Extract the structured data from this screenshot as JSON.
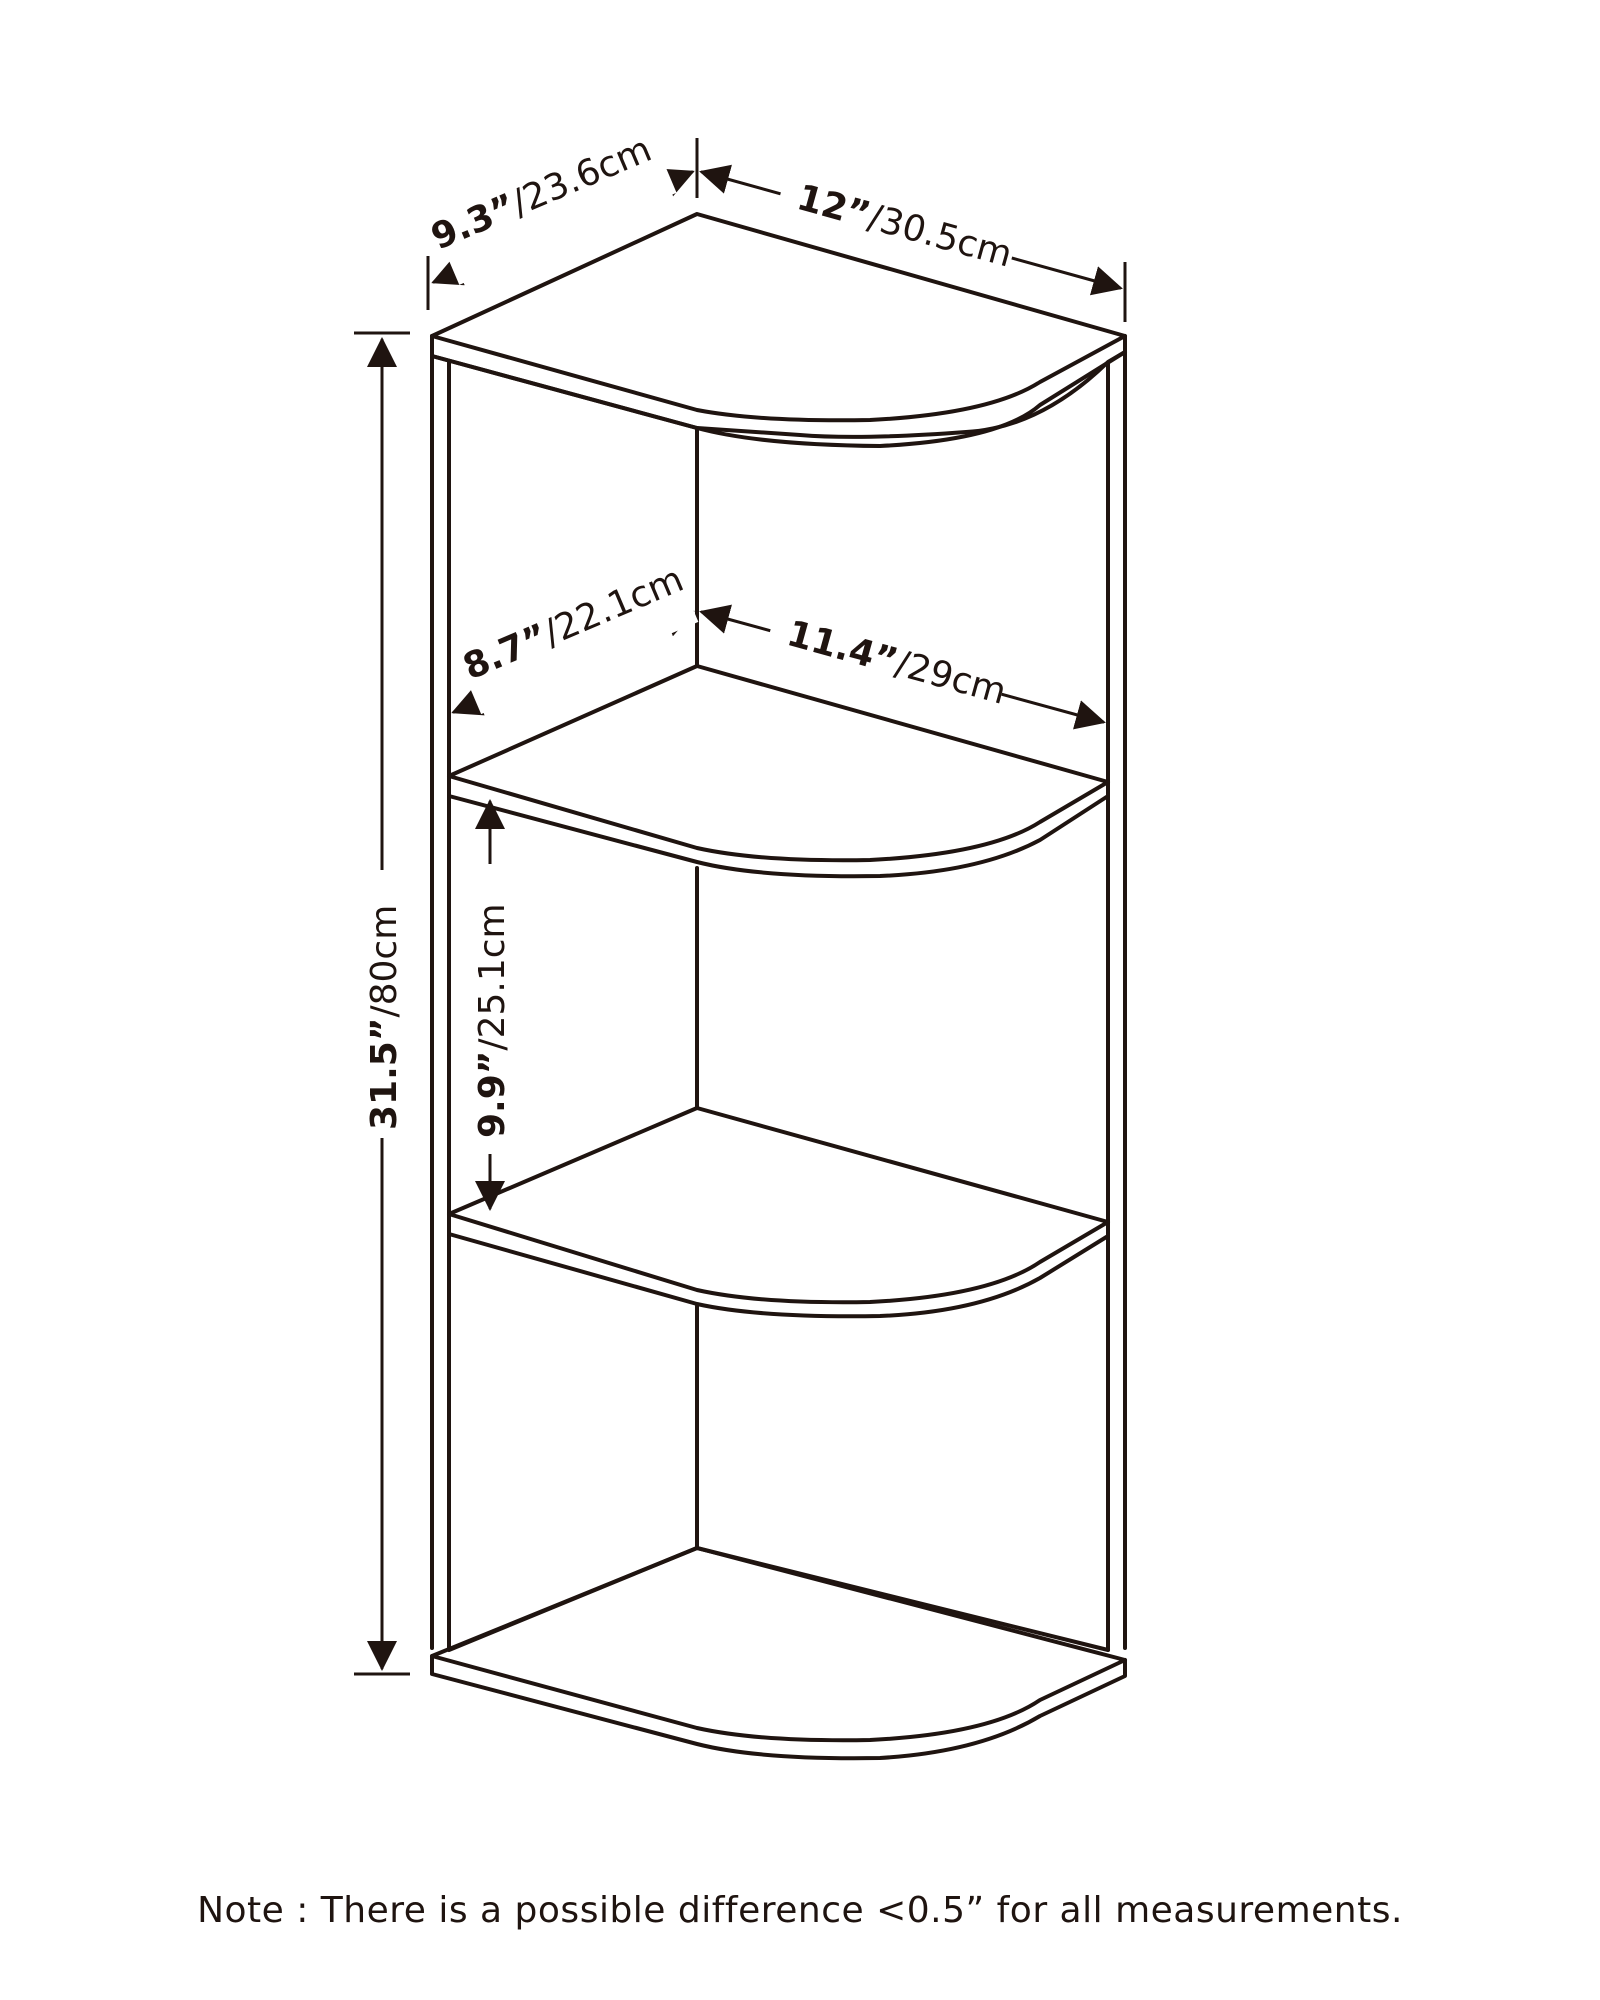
{
  "dimensions": {
    "top_depth": {
      "bold": "9.3”",
      "metric": "/23.6cm"
    },
    "top_width": {
      "bold": "12”",
      "metric": "/30.5cm"
    },
    "shelf_depth": {
      "bold": "8.7”",
      "metric": "/22.1cm"
    },
    "shelf_width": {
      "bold": "11.4”",
      "metric": "/29cm"
    },
    "overall_height": {
      "bold": "31.5”",
      "metric": "/80cm"
    },
    "shelf_spacing": {
      "bold": "9.9”",
      "metric": "/25.1cm"
    }
  },
  "colors": {
    "line": "#1f1410",
    "background": "#ffffff"
  },
  "note": "Note : There is a possible difference <0.5” for all measurements."
}
